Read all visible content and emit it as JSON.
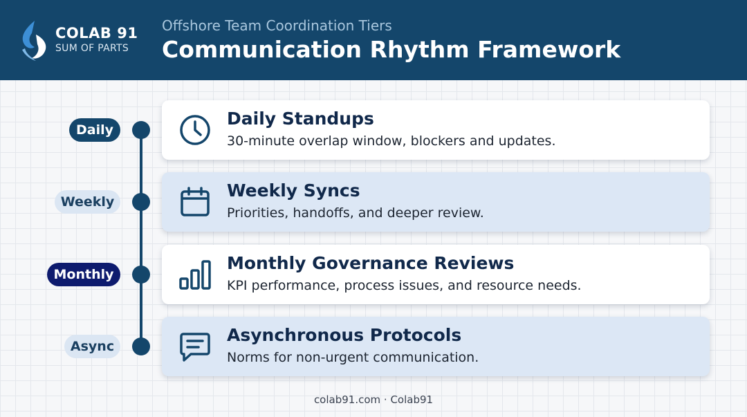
{
  "brand": {
    "name": "COLAB 91",
    "tagline": "SUM OF PARTS"
  },
  "header": {
    "subtitle": "Offshore Team Coordination Tiers",
    "title": "Communication Rhythm Framework"
  },
  "tiers": [
    {
      "label": "Daily",
      "icon": "clock-icon",
      "title": "Daily Standups",
      "description": "30-minute overlap window, blockers and updates."
    },
    {
      "label": "Weekly",
      "icon": "calendar-icon",
      "title": "Weekly Syncs",
      "description": "Priorities, handoffs, and deeper review."
    },
    {
      "label": "Monthly",
      "icon": "bar-chart-icon",
      "title": "Monthly Governance Reviews",
      "description": "KPI performance, process issues, and resource needs."
    },
    {
      "label": "Async",
      "icon": "message-icon",
      "title": "Asynchronous Protocols",
      "description": "Norms for non-urgent communication."
    }
  ],
  "footer": "colab91.com · Colab91",
  "colors": {
    "header_bg": "#14466b",
    "accent_navy": "#0e1b6e",
    "card_blue": "#dce7f5",
    "pill_light": "#dbe6f3"
  }
}
